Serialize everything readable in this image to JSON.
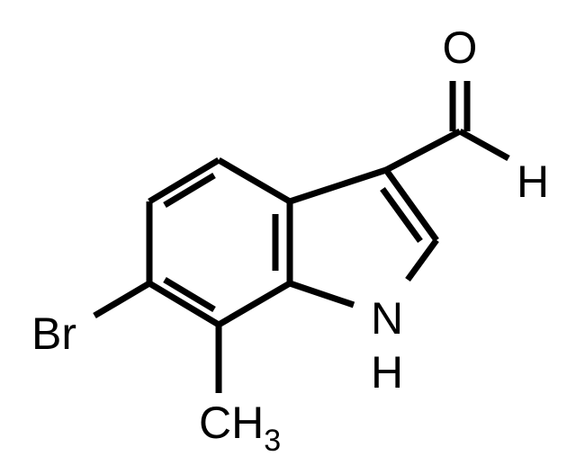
{
  "molecule": {
    "atom_labels": {
      "oxygen": "O",
      "aldehyde_h": "H",
      "ring_n": "N",
      "ring_nh": "H",
      "bromine": "Br",
      "methyl_c": "CH",
      "methyl_sub": "3"
    }
  }
}
